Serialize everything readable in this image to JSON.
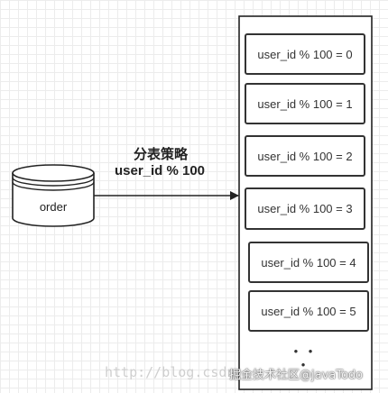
{
  "strategy": {
    "title": "分表策略",
    "formula": "user_id % 100"
  },
  "database": {
    "label": "order"
  },
  "tables": [
    "user_id % 100 = 0",
    "user_id % 100 = 1",
    "user_id % 100 = 2",
    "user_id % 100 = 3",
    "user_id % 100 = 4",
    "user_id % 100 = 5"
  ],
  "ellipsis": "• • •",
  "watermark": {
    "left": "http://blog.csdn",
    "right": "掘金技术社区@javaTodo"
  }
}
